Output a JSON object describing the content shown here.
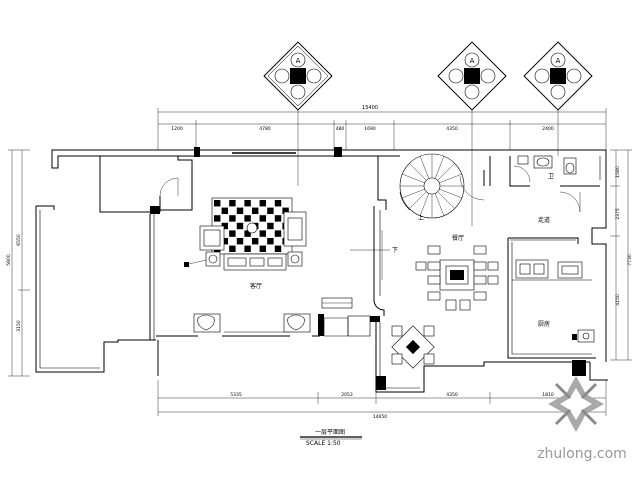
{
  "elevation_markers": [
    {
      "top": "A",
      "left": "",
      "right": "",
      "bottom": ""
    },
    {
      "top": "A",
      "left": "",
      "right": "",
      "bottom": ""
    },
    {
      "top": "A",
      "left": "",
      "right": "",
      "bottom": ""
    }
  ],
  "dimensions": {
    "top_total": "15400",
    "top_segments": [
      "1200",
      "4780",
      "480",
      "1690",
      "4350",
      "2400"
    ],
    "bottom_total": "14650",
    "bottom_segments": [
      "5335",
      "2053",
      "4350",
      "1810"
    ],
    "left_total": "5800",
    "left_segments": [
      "6550",
      "3150"
    ],
    "right_segments": [
      "1580",
      "2375",
      "4150",
      "7730"
    ]
  },
  "room_labels": {
    "living": "客厅",
    "dining": "餐厅",
    "kitchen": "厨房",
    "corridor": "走道",
    "bathroom": "卫",
    "stair_up": "上",
    "stair_down": "下"
  },
  "plan_title": "一层平面图",
  "scale_label": "SCALE  1:50",
  "watermark": "zhulong.com",
  "colors": {
    "line": "#000000",
    "background": "#ffffff",
    "watermark": "#999999"
  }
}
